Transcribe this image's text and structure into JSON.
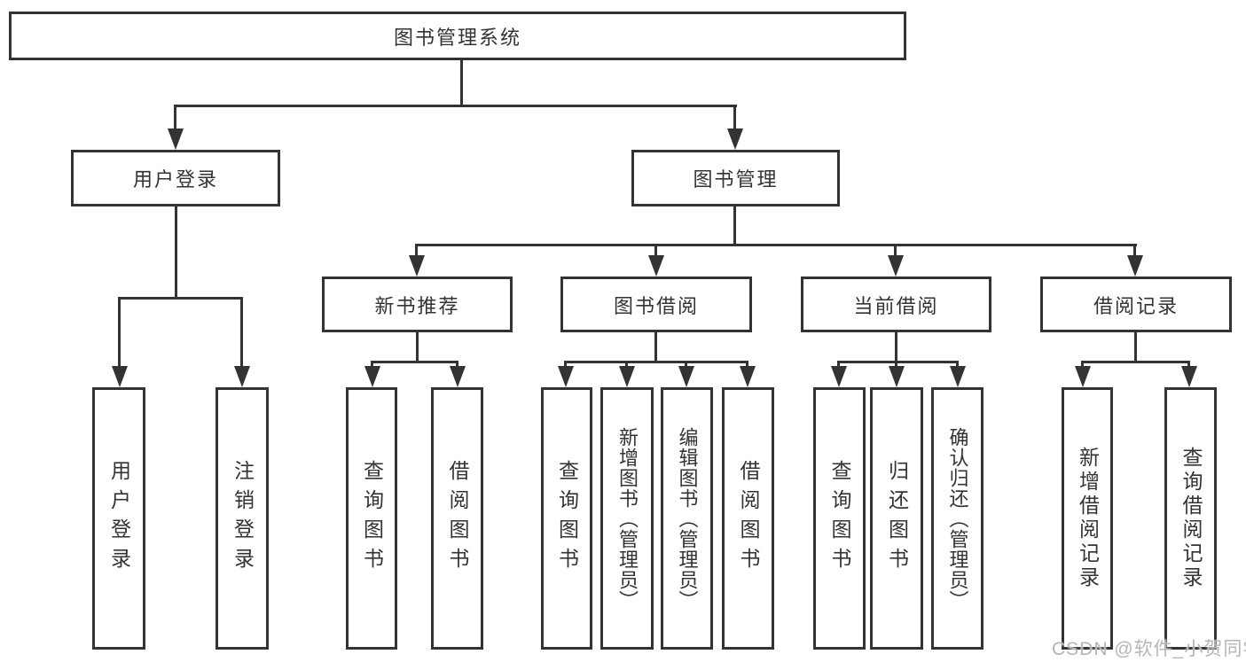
{
  "tree": {
    "root": "图书管理系统",
    "branches": [
      {
        "label": "用户登录",
        "children": [
          "用户登录",
          "注销登录"
        ]
      },
      {
        "label": "图书管理",
        "sections": [
          {
            "label": "新书推荐",
            "children": [
              "查询图书",
              "借阅图书"
            ]
          },
          {
            "label": "图书借阅",
            "children": [
              "查询图书",
              "新增图书（管理员）",
              "编辑图书（管理员）",
              "借阅图书"
            ]
          },
          {
            "label": "当前借阅",
            "children": [
              "查询图书",
              "归还图书",
              "确认归还（管理员）"
            ]
          },
          {
            "label": "借阅记录",
            "children": [
              "新增借阅记录",
              "查询借阅记录"
            ]
          }
        ]
      }
    ]
  },
  "watermark": {
    "text": "CSDN @软件_小贺同学",
    "color": "#b5b5b5"
  },
  "colors": {
    "line": "#333333",
    "text": "#333333",
    "box_bg": "#ffffff",
    "bg": "#ffffff"
  }
}
